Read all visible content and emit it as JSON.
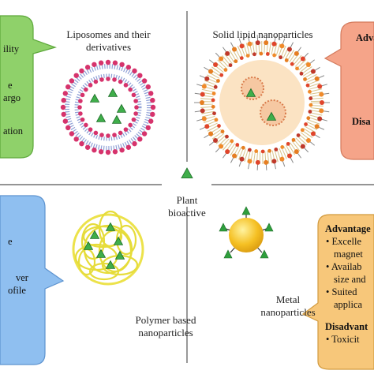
{
  "quadrants": {
    "liposomes": {
      "title": "Liposomes and their derivatives",
      "callout_lines": [
        "ility",
        "e",
        "argo",
        "ation"
      ],
      "color": "#8fd16a"
    },
    "sln": {
      "title": "Solid lipid nanoparticles",
      "callout_heading": "Adva",
      "callout_heading2": "Disa",
      "color": "#f5a489"
    },
    "polymer": {
      "title": "Polymer based nanoparticles",
      "callout_lines": [
        "e",
        "ver",
        "ofile"
      ],
      "color": "#8fbff0"
    },
    "metal": {
      "title": "Metal nanoparticles",
      "callout_heading": "Advantage",
      "items": [
        "Excelle",
        "magnet",
        "Availab",
        "size and",
        "Suited",
        "applica"
      ],
      "callout_heading2": "Disadvant",
      "items2": [
        "Toxicit"
      ],
      "color": "#f7c77a"
    }
  },
  "center": {
    "label": "Plant bioactive"
  }
}
